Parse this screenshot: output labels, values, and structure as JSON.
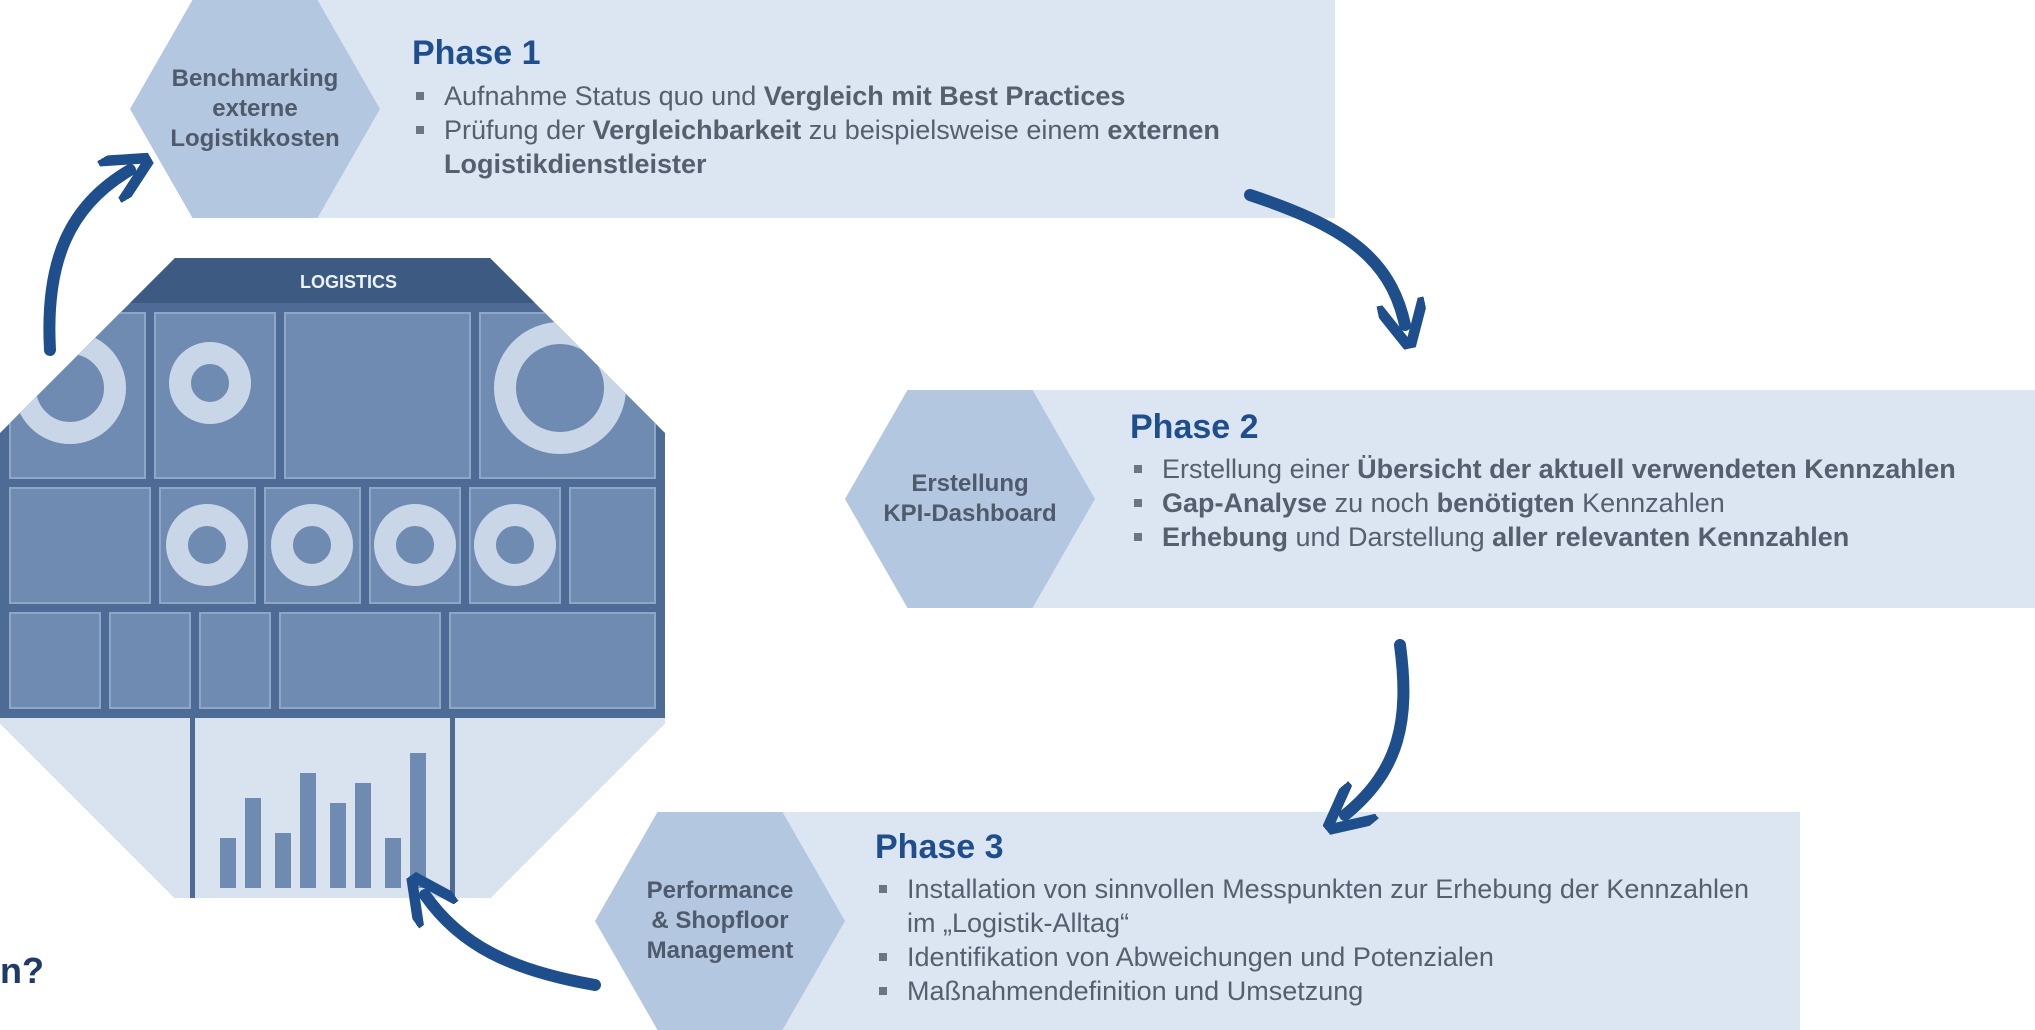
{
  "phases": [
    {
      "label": "Phase 1",
      "hex_lines": [
        "Benchmarking",
        "externe",
        "Logistikkosten"
      ],
      "bullets": [
        [
          {
            "t": "Aufnahme Status quo und ",
            "b": false
          },
          {
            "t": "Vergleich mit Best Practices",
            "b": true
          }
        ],
        [
          {
            "t": "Prüfung der ",
            "b": false
          },
          {
            "t": "Vergleichbarkeit",
            "b": true
          },
          {
            "t": " zu beispielsweise einem ",
            "b": false
          },
          {
            "t": "externen Logistikdienstleister",
            "b": true
          }
        ]
      ]
    },
    {
      "label": "Phase 2",
      "hex_lines": [
        "Erstellung",
        "KPI-Dashboard"
      ],
      "bullets": [
        [
          {
            "t": "Erstellung einer ",
            "b": false
          },
          {
            "t": "Übersicht der aktuell verwendeten Kennzahlen",
            "b": true
          }
        ],
        [
          {
            "t": "Gap-Analyse",
            "b": true
          },
          {
            "t": " zu noch ",
            "b": false
          },
          {
            "t": "benötigten",
            "b": true
          },
          {
            "t": " Kennzahlen",
            "b": false
          }
        ],
        [
          {
            "t": "Erhebung",
            "b": true
          },
          {
            "t": " und Darstellung ",
            "b": false
          },
          {
            "t": "aller relevanten Kennzahlen",
            "b": true
          }
        ]
      ]
    },
    {
      "label": "Phase 3",
      "hex_lines": [
        "Performance",
        "& Shopfloor",
        "Management"
      ],
      "bullets": [
        [
          {
            "t": "Installation von sinnvollen Messpunkten zur Erhebung der Kennzahlen im „Logistik-Alltag“",
            "b": false
          }
        ],
        [
          {
            "t": "Identifikation von Abweichungen und Potenzialen",
            "b": false
          }
        ],
        [
          {
            "t": "Maßnahmendefinition und Umsetzung",
            "b": false
          }
        ]
      ]
    }
  ],
  "dashboard": {
    "title": "LOGISTICS"
  },
  "corner_text": "n?",
  "colors": {
    "box": "#dce6f2",
    "hex": "#b4c7e0",
    "title": "#1f4e8c",
    "arrow": "#1f4e8c",
    "dash": "#4d6b94"
  }
}
